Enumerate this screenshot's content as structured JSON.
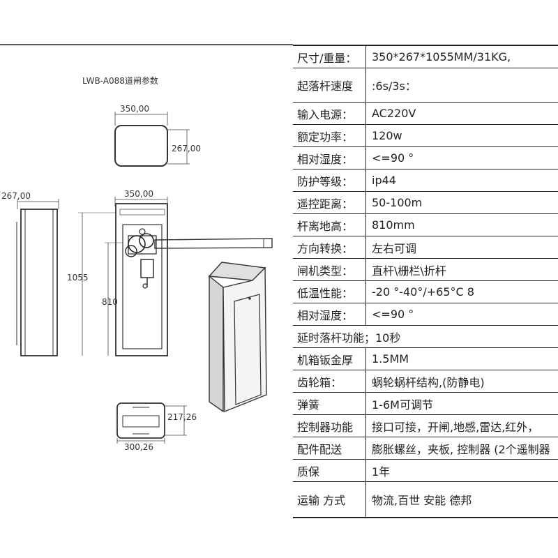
{
  "title": "LWB-A088道闸参数",
  "dims": {
    "top_width": "350,00",
    "top_depth": "267,00",
    "side_depth": "267,00",
    "front_width": "350,00",
    "height": "1055",
    "arm_height": "810",
    "base_depth": "217,26",
    "base_width": "300,26"
  },
  "specs": [
    {
      "label": "尺寸/重量：",
      "value": "350*267*1055MM/31KG,"
    },
    {
      "label": "起落杆速度",
      "value": ":6s/3s："
    },
    {
      "label": "输入电源：",
      "value": "AC220V"
    },
    {
      "label": "额定功率：",
      "value": "120w"
    },
    {
      "label": "相对湿度：",
      "value": "<=90 °"
    },
    {
      "label": "防护等级：",
      "value": "ip44"
    },
    {
      "label": "遥控距离：",
      "value": "50-100m"
    },
    {
      "label": "杆离地高：",
      "value": "810mm"
    },
    {
      "label": "方向转换：",
      "value": "左右可调"
    },
    {
      "label": "闸机类型：",
      "value": "直杆\\栅栏\\折杆"
    },
    {
      "label": "低温性能：",
      "value": "-20 °-40°/+65°C 8"
    },
    {
      "label": "相对湿度：",
      "value": "<=90 °"
    },
    {
      "label": "延时落杆功能；10秒",
      "value": ""
    },
    {
      "label": "机箱钣金厚",
      "value": "1.5MM"
    },
    {
      "label": "齿轮箱：",
      "value": "蜗轮蜗杆结构,(防静电)"
    },
    {
      "label": "弹簧",
      "value": "1-6M可调节"
    },
    {
      "label": "控制器功能",
      "value": "接口可接，开闸,地感,雷达,红外，"
    },
    {
      "label": "配件配送",
      "value": "膨胀螺丝，夹板, 控制器 (2个遥制器"
    },
    {
      "label": "质保",
      "value": "1年"
    },
    {
      "label": "运输 方式",
      "value": "物流,百世 安能 德邦"
    }
  ]
}
